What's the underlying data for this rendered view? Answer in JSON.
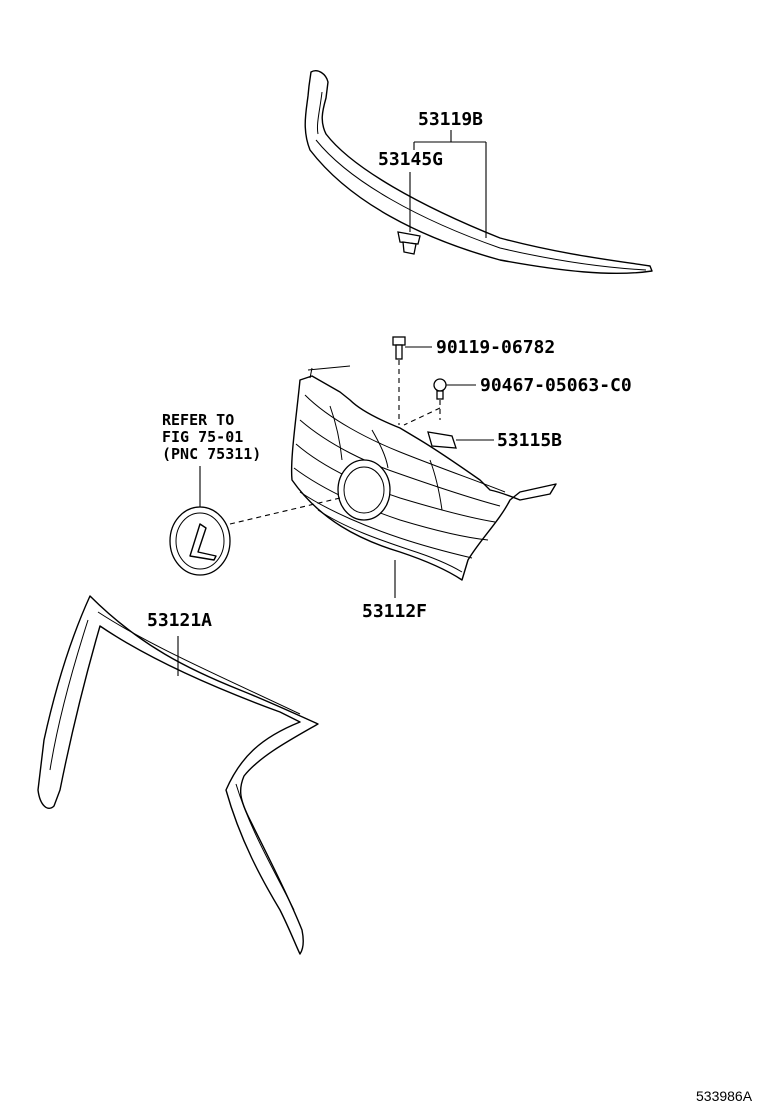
{
  "labels": {
    "p53119B": "53119B",
    "p53145G": "53145G",
    "p90119": "90119-06782",
    "p90467": "90467-05063-C0",
    "p53115B": "53115B",
    "p53112F": "53112F",
    "p53121A": "53121A"
  },
  "refer_note": {
    "line1": "REFER TO",
    "line2": "FIG 75-01",
    "line3": "(PNC 75311)"
  },
  "diagram_code": "533986A"
}
